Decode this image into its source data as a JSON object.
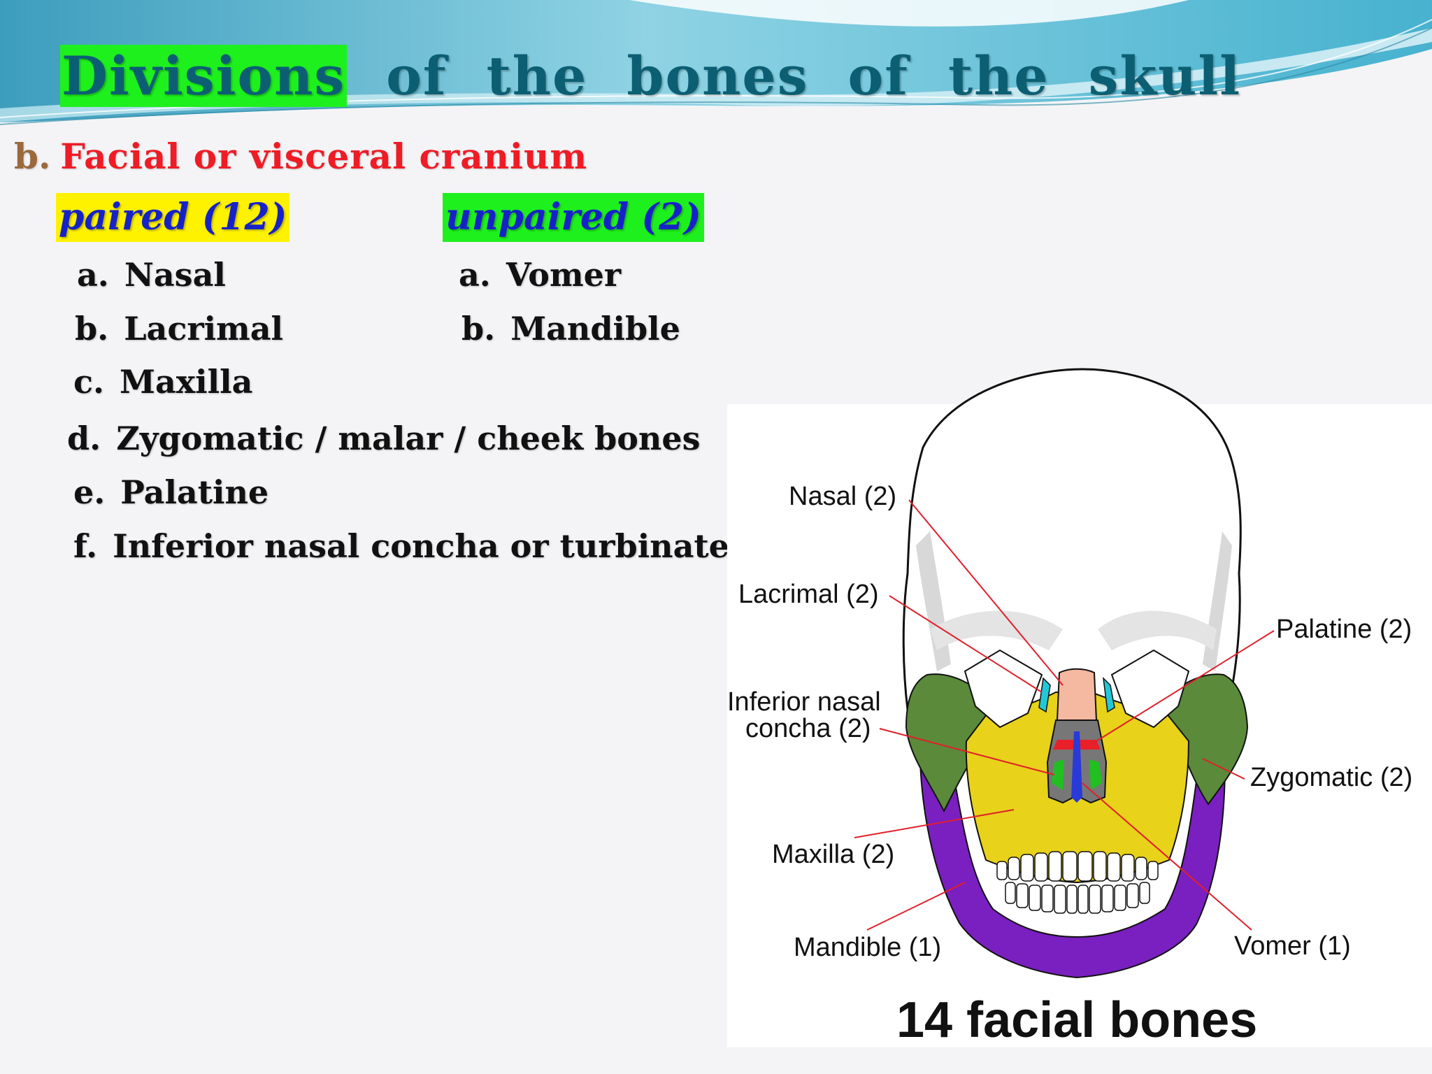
{
  "slide": {
    "title_highlight": "Divisions",
    "title_rest": [
      "of",
      "the",
      "bones",
      "of",
      "the",
      "skull"
    ],
    "subtitle_letter": "b.",
    "subtitle_text": "Facial or visceral cranium",
    "colors": {
      "title": "#0c5f73",
      "title_highlight_bg": "#1ef01e",
      "subtitle": "#ee1c25",
      "subtitle_letter": "#9a6a3c",
      "paired_bg": "#fff200",
      "unpaired_bg": "#1ef01e",
      "header_text": "#1622c8"
    }
  },
  "paired": {
    "header": "paired (12)",
    "items": [
      {
        "marker": "a.",
        "label": "Nasal"
      },
      {
        "marker": "b.",
        "label": "Lacrimal"
      },
      {
        "marker": "c.",
        "label": "Maxilla"
      },
      {
        "marker": "d.",
        "label": "Zygomatic / malar / cheek bones"
      },
      {
        "marker": "e.",
        "label": "Palatine"
      },
      {
        "marker": "f.",
        "label": "Inferior nasal concha or turbinate"
      }
    ]
  },
  "unpaired": {
    "header": "unpaired (2)",
    "items": [
      {
        "marker": "a.",
        "label": "Vomer"
      },
      {
        "marker": "b.",
        "label": "Mandible"
      }
    ]
  },
  "figure": {
    "labels": {
      "nasal": "Nasal (2)",
      "lacrimal": "Lacrimal (2)",
      "palatine": "Palatine (2)",
      "inferior_concha_line1": "Inferior nasal",
      "inferior_concha_line2": "concha (2)",
      "zygomatic": "Zygomatic (2)",
      "maxilla": "Maxilla (2)",
      "mandible": "Mandible (1)",
      "vomer": "Vomer (1)"
    },
    "caption": "14 facial bones",
    "colors": {
      "nasal": "#f5b8a0",
      "lacrimal": "#22c8d8",
      "maxilla": "#e8d21a",
      "zygomatic": "#5a8a3a",
      "mandible": "#7a1fc0",
      "vomer": "#2a3ad8",
      "palatine": "#e8202a",
      "inferior_concha": "#20c020",
      "leader_line": "#e0202a"
    }
  }
}
